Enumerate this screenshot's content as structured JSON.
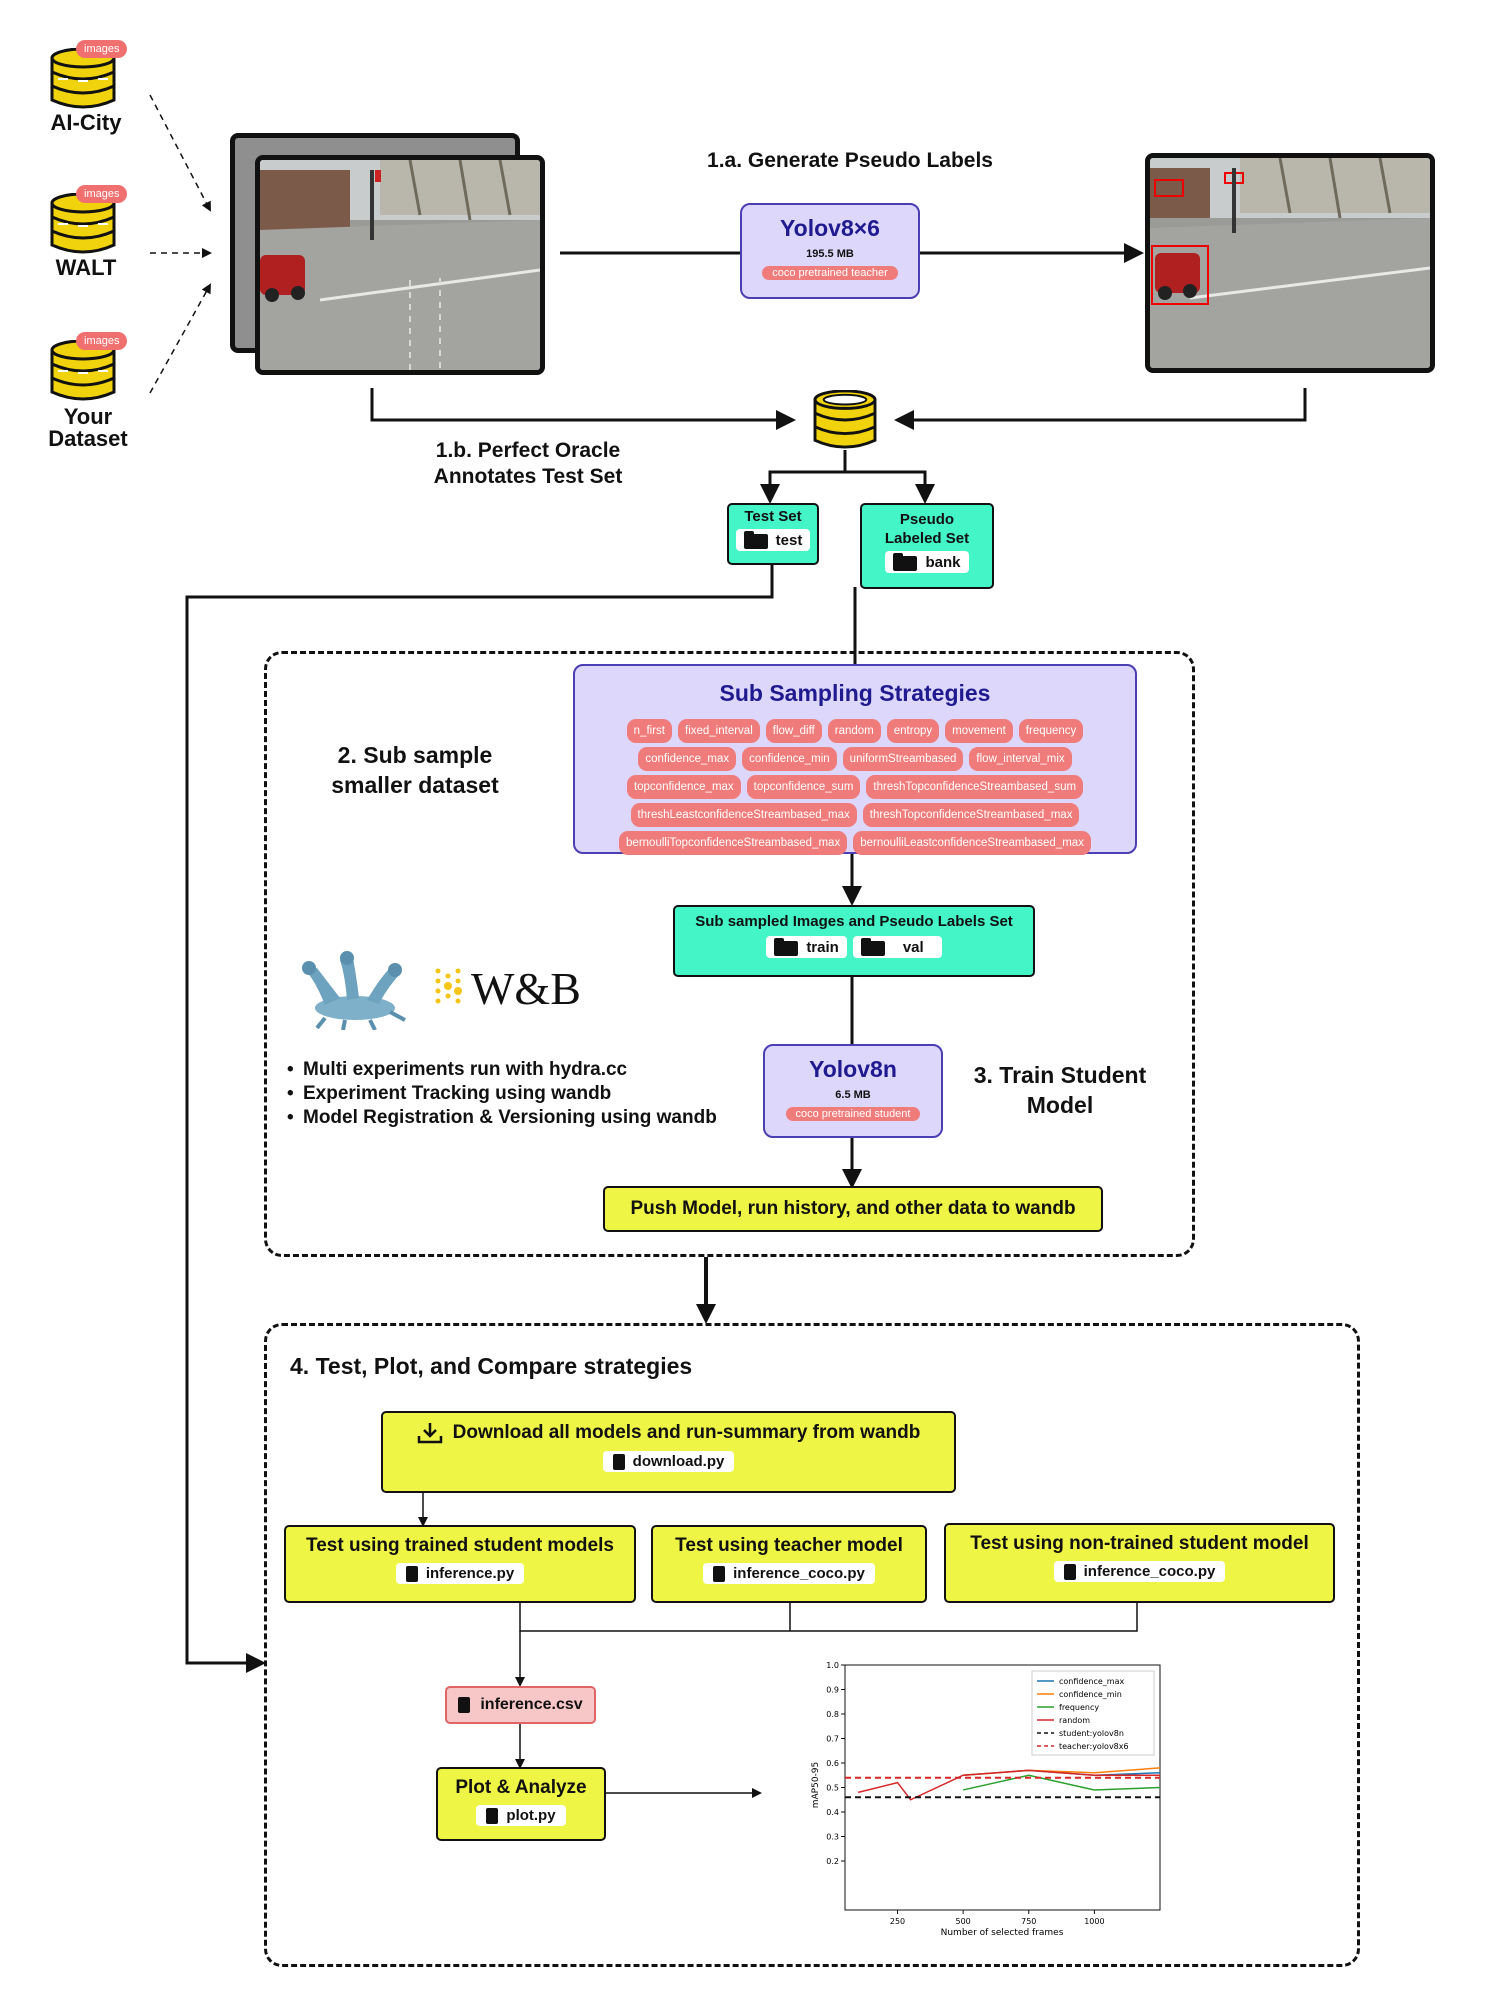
{
  "sources": {
    "badge": "images",
    "items": [
      {
        "label": "AI-City"
      },
      {
        "label": "WALT"
      },
      {
        "label": "Your Dataset"
      }
    ]
  },
  "step1a": {
    "title": "1.a. Generate Pseudo Labels"
  },
  "teacher": {
    "name": "Yolov8×6",
    "size": "195.5 MB",
    "tag": "coco pretrained teacher"
  },
  "step1b": {
    "title": "1.b. Perfect Oracle Annotates Test Set"
  },
  "test_set": {
    "title": "Test Set",
    "folder": "test"
  },
  "bank_set": {
    "title": "Pseudo Labeled Set",
    "folder": "bank"
  },
  "step2": {
    "title": "2. Sub sample smaller dataset"
  },
  "strategies": {
    "title": "Sub Sampling Strategies",
    "rows": [
      [
        "n_first",
        "fixed_interval",
        "flow_diff",
        "random",
        "entropy",
        "movement",
        "frequency"
      ],
      [
        "confidence_max",
        "confidence_min",
        "uniformStreambased",
        "flow_interval_mix"
      ],
      [
        "topconfidence_max",
        "topconfidence_sum",
        "threshTopconfidenceStreambased_sum"
      ],
      [
        "threshLeastconfidenceStreambased_max",
        "threshTopconfidenceStreambased_max"
      ],
      [
        "bernoulliTopconfidenceStreambased_max",
        "bernoulliLeastconfidenceStreambased_max"
      ]
    ]
  },
  "subsampled": {
    "title": "Sub sampled Images and Pseudo Labels Set",
    "folders": [
      "train",
      "val"
    ]
  },
  "wandb": {
    "logo_text": "W&B"
  },
  "bullets": [
    "Multi experiments run with hydra.cc",
    "Experiment Tracking using wandb",
    "Model Registration & Versioning using wandb"
  ],
  "student": {
    "name": "Yolov8n",
    "size": "6.5 MB",
    "tag": "coco pretrained student"
  },
  "step3": {
    "title": "3. Train Student Model"
  },
  "push": {
    "label": "Push Model, run history, and other data to wandb"
  },
  "step4": {
    "title": "4. Test, Plot, and Compare strategies"
  },
  "download": {
    "label": "Download all models and run-summary from wandb",
    "file": "download.py"
  },
  "tests": [
    {
      "label": "Test using trained student models",
      "file": "inference.py"
    },
    {
      "label": "Test using teacher model",
      "file": "inference_coco.py"
    },
    {
      "label": "Test using non-trained student model",
      "file": "inference_coco.py"
    }
  ],
  "csv": {
    "file": "inference.csv"
  },
  "plot": {
    "label": "Plot & Analyze",
    "file": "plot.py"
  },
  "chart_data": {
    "type": "line",
    "xlabel": "Number of selected frames",
    "ylabel": "mAP50-95",
    "xlim": [
      50,
      1250
    ],
    "ylim": [
      0,
      1.0
    ],
    "xticks": [
      250,
      500,
      750,
      1000
    ],
    "yticks": [
      0.2,
      0.3,
      0.4,
      0.5,
      0.6,
      0.7,
      0.8,
      0.9,
      1.0
    ],
    "legend_position": "top-right",
    "series": [
      {
        "name": "confidence_max",
        "color": "#1f77b4",
        "dash": false,
        "x": [
          500,
          750,
          1000,
          1250
        ],
        "y": [
          0.55,
          0.57,
          0.55,
          0.56
        ]
      },
      {
        "name": "confidence_min",
        "color": "#ff7f0e",
        "dash": false,
        "x": [
          500,
          750,
          1000,
          1250
        ],
        "y": [
          0.55,
          0.57,
          0.56,
          0.58
        ]
      },
      {
        "name": "frequency",
        "color": "#2ca02c",
        "dash": false,
        "x": [
          500,
          750,
          1000,
          1250
        ],
        "y": [
          0.49,
          0.55,
          0.49,
          0.5
        ]
      },
      {
        "name": "random",
        "color": "#d62728",
        "dash": false,
        "x": [
          100,
          250,
          300,
          500,
          750,
          1000,
          1250
        ],
        "y": [
          0.48,
          0.52,
          0.45,
          0.55,
          0.57,
          0.55,
          0.55
        ]
      },
      {
        "name": "student:yolov8n",
        "color": "#111111",
        "dash": true,
        "x": [
          50,
          1250
        ],
        "y": [
          0.46,
          0.46
        ]
      },
      {
        "name": "teacher:yolov8x6",
        "color": "#d62728",
        "dash": true,
        "x": [
          50,
          1250
        ],
        "y": [
          0.54,
          0.54
        ]
      }
    ]
  }
}
